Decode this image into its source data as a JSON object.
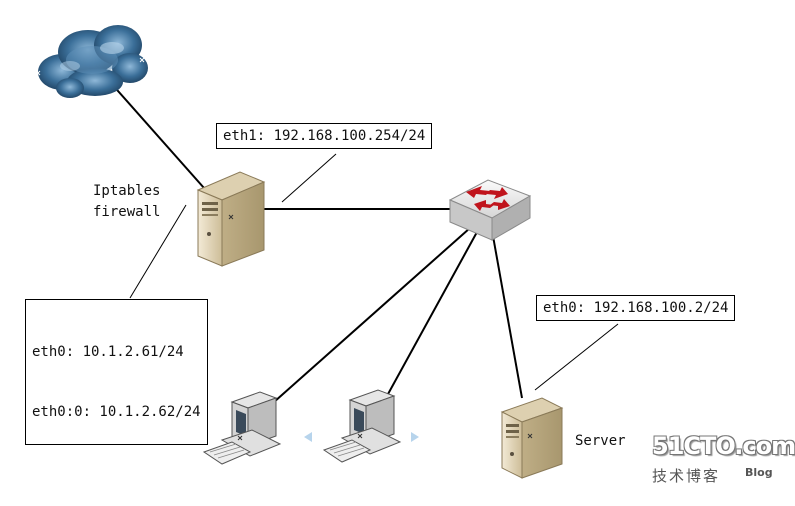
{
  "firewall": {
    "name_line1": "Iptables",
    "name_line2": "firewall",
    "eth1": "eth1: 192.168.100.254/24",
    "eth0": "eth0: 10.1.2.61/24",
    "eth0_0": "eth0:0: 10.1.2.62/24"
  },
  "server": {
    "name": "Server",
    "eth0": "eth0: 192.168.100.2/24"
  },
  "watermark": {
    "brand": "51CTO.com",
    "subtitle": "技术博客",
    "blog": "Blog"
  },
  "colors": {
    "link": "#000000",
    "server_body": "#e8dcc0",
    "switch_arrow": "#c0141c",
    "cloud": "#2d5f86"
  }
}
